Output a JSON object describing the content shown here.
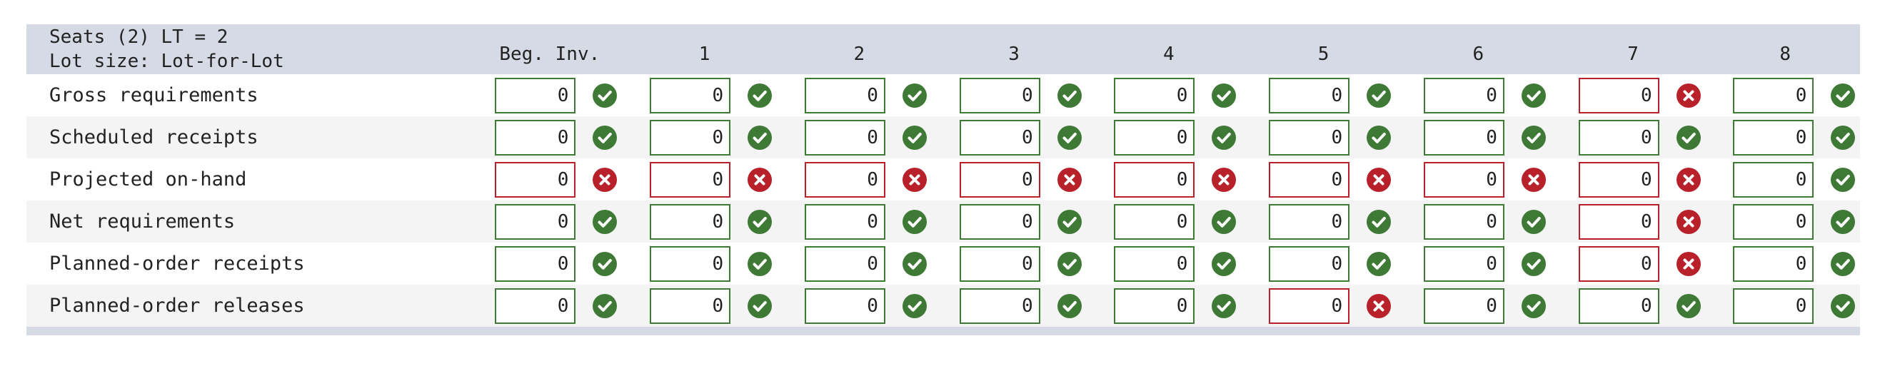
{
  "header": {
    "item_line": "Seats (2) LT = 2",
    "lot_line": "Lot size: Lot-for-Lot",
    "periods": [
      "Beg. Inv.",
      "1",
      "2",
      "3",
      "4",
      "5",
      "6",
      "7",
      "8"
    ]
  },
  "rows": [
    {
      "label": "Gross requirements",
      "cells": [
        {
          "value": "0",
          "status": "ok"
        },
        {
          "value": "0",
          "status": "ok"
        },
        {
          "value": "0",
          "status": "ok"
        },
        {
          "value": "0",
          "status": "ok"
        },
        {
          "value": "0",
          "status": "ok"
        },
        {
          "value": "0",
          "status": "ok"
        },
        {
          "value": "0",
          "status": "ok"
        },
        {
          "value": "0",
          "status": "error"
        },
        {
          "value": "0",
          "status": "ok"
        }
      ]
    },
    {
      "label": "Scheduled receipts",
      "cells": [
        {
          "value": "0",
          "status": "ok"
        },
        {
          "value": "0",
          "status": "ok"
        },
        {
          "value": "0",
          "status": "ok"
        },
        {
          "value": "0",
          "status": "ok"
        },
        {
          "value": "0",
          "status": "ok"
        },
        {
          "value": "0",
          "status": "ok"
        },
        {
          "value": "0",
          "status": "ok"
        },
        {
          "value": "0",
          "status": "ok"
        },
        {
          "value": "0",
          "status": "ok"
        }
      ]
    },
    {
      "label": "Projected on-hand",
      "cells": [
        {
          "value": "0",
          "status": "error"
        },
        {
          "value": "0",
          "status": "error"
        },
        {
          "value": "0",
          "status": "error"
        },
        {
          "value": "0",
          "status": "error"
        },
        {
          "value": "0",
          "status": "error"
        },
        {
          "value": "0",
          "status": "error"
        },
        {
          "value": "0",
          "status": "error"
        },
        {
          "value": "0",
          "status": "error"
        },
        {
          "value": "0",
          "status": "ok"
        }
      ]
    },
    {
      "label": "Net requirements",
      "cells": [
        {
          "value": "0",
          "status": "ok"
        },
        {
          "value": "0",
          "status": "ok"
        },
        {
          "value": "0",
          "status": "ok"
        },
        {
          "value": "0",
          "status": "ok"
        },
        {
          "value": "0",
          "status": "ok"
        },
        {
          "value": "0",
          "status": "ok"
        },
        {
          "value": "0",
          "status": "ok"
        },
        {
          "value": "0",
          "status": "error"
        },
        {
          "value": "0",
          "status": "ok"
        }
      ]
    },
    {
      "label": "Planned-order receipts",
      "cells": [
        {
          "value": "0",
          "status": "ok"
        },
        {
          "value": "0",
          "status": "ok"
        },
        {
          "value": "0",
          "status": "ok"
        },
        {
          "value": "0",
          "status": "ok"
        },
        {
          "value": "0",
          "status": "ok"
        },
        {
          "value": "0",
          "status": "ok"
        },
        {
          "value": "0",
          "status": "ok"
        },
        {
          "value": "0",
          "status": "error"
        },
        {
          "value": "0",
          "status": "ok"
        }
      ]
    },
    {
      "label": "Planned-order releases",
      "cells": [
        {
          "value": "0",
          "status": "ok"
        },
        {
          "value": "0",
          "status": "ok"
        },
        {
          "value": "0",
          "status": "ok"
        },
        {
          "value": "0",
          "status": "ok"
        },
        {
          "value": "0",
          "status": "ok"
        },
        {
          "value": "0",
          "status": "error"
        },
        {
          "value": "0",
          "status": "ok"
        },
        {
          "value": "0",
          "status": "ok"
        },
        {
          "value": "0",
          "status": "ok"
        }
      ]
    }
  ],
  "icons": {
    "ok": "check-circle-icon",
    "error": "x-circle-icon"
  },
  "colors": {
    "ok": "#3e7a36",
    "error": "#b8202a",
    "header_bg": "#d6dae4",
    "stripe_bg": "#f4f4f4"
  }
}
